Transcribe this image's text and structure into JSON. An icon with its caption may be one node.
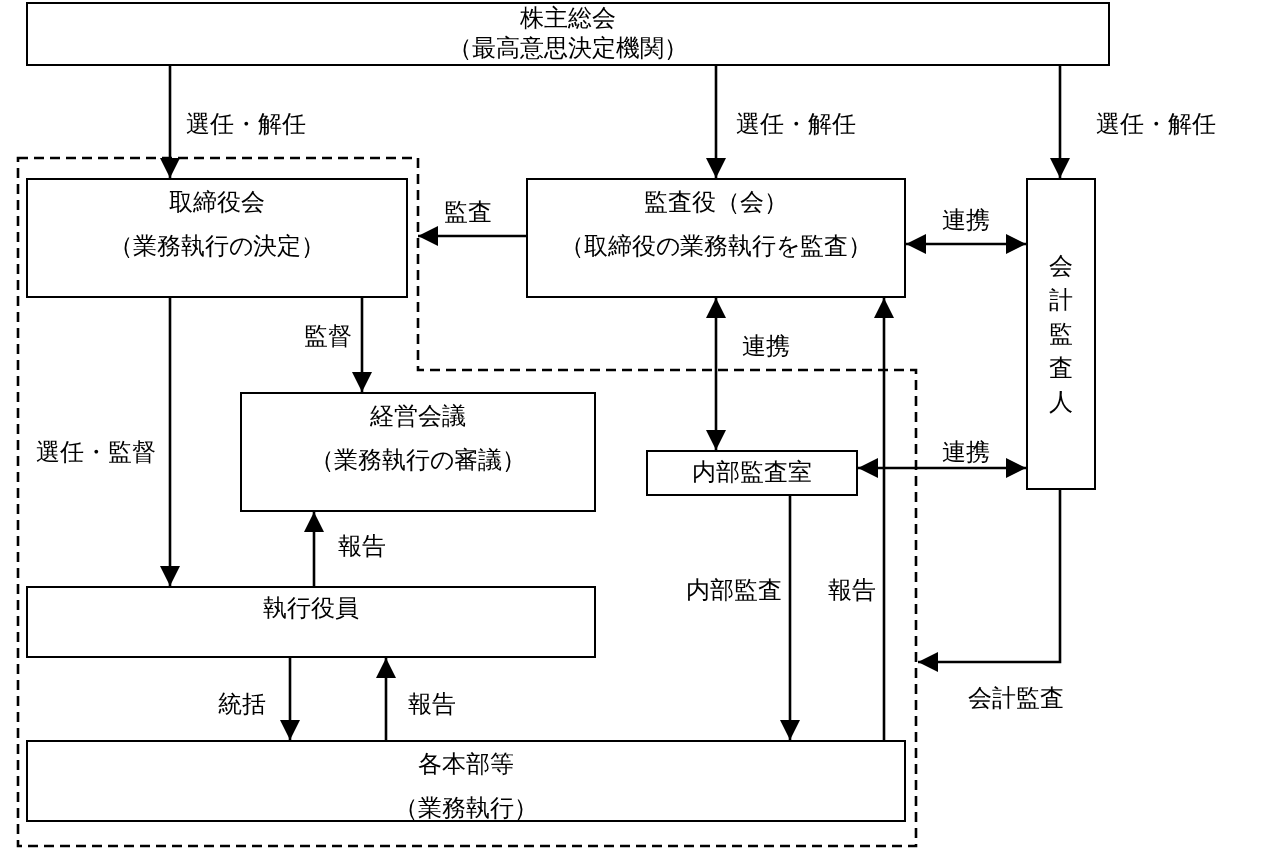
{
  "diagram": {
    "nodes": [
      {
        "text": [
          "株主総会",
          "（最高意思決定機関）"
        ]
      },
      {
        "text": [],
        "shape": "polygon"
      },
      {
        "text": [
          "取締役会",
          "（業務執行の決定）"
        ],
        "in": 1
      },
      {
        "text": [
          "監査役（会）",
          "（取締役の業務執行を監査）"
        ]
      },
      {
        "text": [
          "会計監査人"
        ]
      },
      {
        "text": [
          "経営会議",
          "（業務執行の審議）"
        ],
        "in": 1
      },
      {
        "text": [
          "内部監査室"
        ],
        "in": 1
      },
      {
        "text": [
          "執行役員"
        ],
        "in": 1
      },
      {
        "text": [
          "各本部等",
          "（業務執行）"
        ],
        "in": 1
      }
    ],
    "edges": [
      {
        "from": 0,
        "to": 2,
        "arrow": "to",
        "label": "選任・解任"
      },
      {
        "from": 0,
        "to": 3,
        "arrow": "to",
        "label": "選任・解任"
      },
      {
        "from": 0,
        "to": 4,
        "arrow": "to",
        "label": "選任・解任"
      },
      {
        "from": 3,
        "to": 1,
        "arrow": "to",
        "label": "監査"
      },
      {
        "from": 3,
        "to": 4,
        "arrow": "both",
        "label": "連携"
      },
      {
        "from": 2,
        "to": 5,
        "arrow": "to",
        "label": "監督"
      },
      {
        "from": 2,
        "to": 7,
        "arrow": "to",
        "label": "選任・監督"
      },
      {
        "from": 3,
        "to": 6,
        "arrow": "both",
        "label": "連携"
      },
      {
        "from": 6,
        "to": 4,
        "arrow": "both",
        "label": "連携"
      },
      {
        "from": 7,
        "to": 5,
        "arrow": "to",
        "label": "報告"
      },
      {
        "from": 6,
        "to": 8,
        "arrow": "to",
        "label": "内部監査"
      },
      {
        "from": 8,
        "to": 3,
        "arrow": "to",
        "label": "報告"
      },
      {
        "from": 7,
        "to": 8,
        "arrow": "to",
        "label": "統括"
      },
      {
        "from": 8,
        "to": 7,
        "arrow": "to",
        "label": "報告"
      },
      {
        "from": 4,
        "to": 1,
        "arrow": "to",
        "label": "会計監査"
      }
    ]
  }
}
